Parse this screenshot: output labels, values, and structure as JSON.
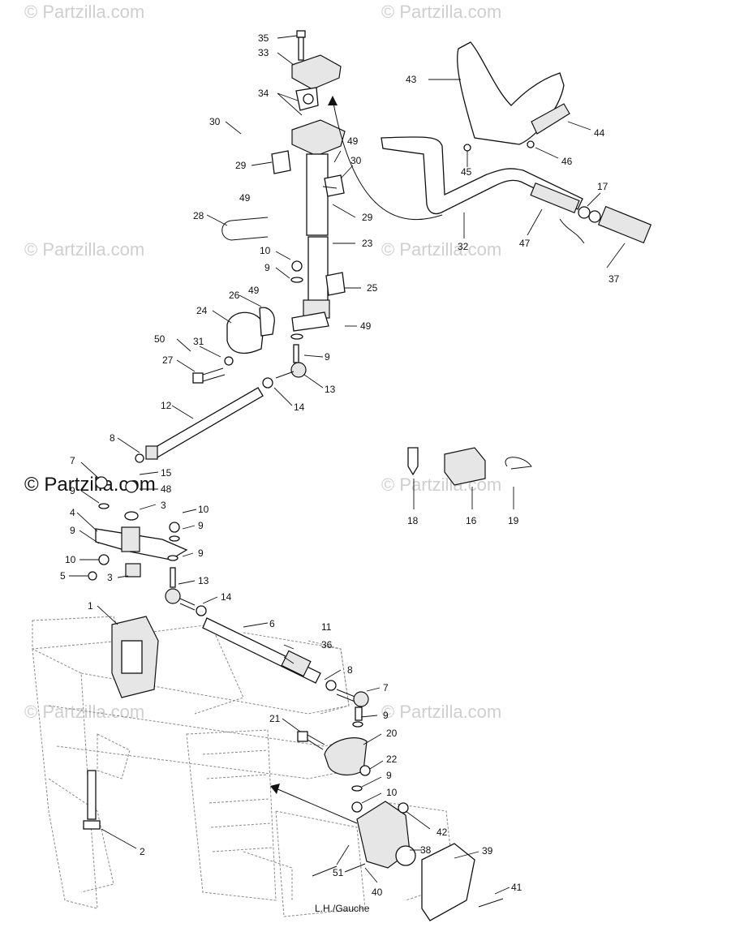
{
  "watermark_text": "© Partzilla.com",
  "side_label": "L.H./Gauche",
  "callouts": [
    "35",
    "33",
    "34",
    "30",
    "29",
    "49",
    "30",
    "49",
    "29",
    "28",
    "23",
    "10",
    "9",
    "25",
    "26",
    "49",
    "24",
    "49",
    "50",
    "31",
    "9",
    "27",
    "13",
    "14",
    "12",
    "8",
    "7",
    "15",
    "9",
    "48",
    "3",
    "10",
    "4",
    "9",
    "9",
    "9",
    "10",
    "5",
    "13",
    "3",
    "1",
    "14",
    "6",
    "11",
    "36",
    "8",
    "7",
    "21",
    "9",
    "20",
    "22",
    "9",
    "10",
    "42",
    "2",
    "38",
    "39",
    "51",
    "40",
    "41",
    "43",
    "44",
    "46",
    "45",
    "17",
    "32",
    "47",
    "37",
    "18",
    "16",
    "19"
  ]
}
